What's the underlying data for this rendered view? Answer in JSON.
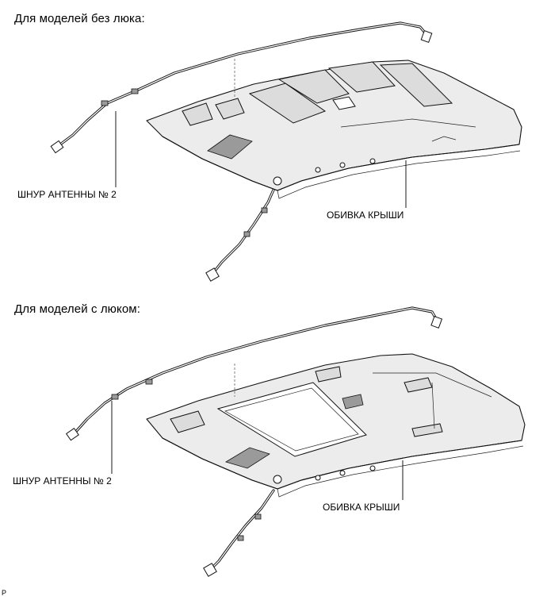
{
  "sections": [
    {
      "heading": "Для моделей без люка:",
      "cable_label": "ШНУР АНТЕННЫ № 2",
      "headliner_label": "ОБИВКА КРЫШИ"
    },
    {
      "heading": "Для моделей с люком:",
      "cable_label": "ШНУР АНТЕННЫ № 2",
      "headliner_label": "ОБИВКА КРЫШИ"
    }
  ],
  "footer_mark": "P"
}
